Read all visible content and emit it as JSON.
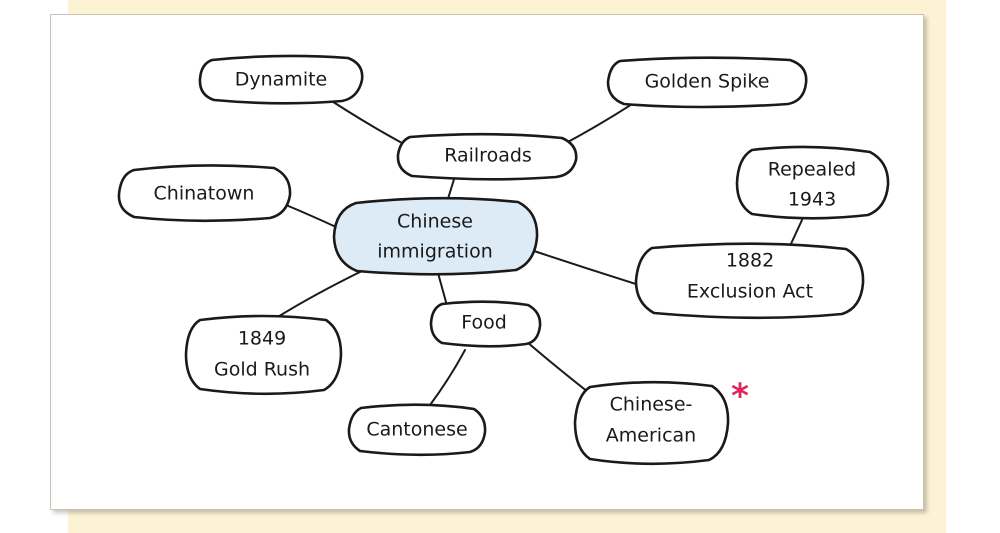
{
  "concept_map": {
    "center": {
      "line1": "Chinese",
      "line2": "immigration"
    },
    "nodes": {
      "dynamite": "Dynamite",
      "golden_spike": "Golden Spike",
      "railroads": "Railroads",
      "chinatown": "Chinatown",
      "repealed": {
        "line1": "Repealed",
        "line2": "1943"
      },
      "exclusion_act": {
        "line1": "1882",
        "line2": "Exclusion Act"
      },
      "gold_rush": {
        "line1": "1849",
        "line2": "Gold Rush"
      },
      "food": "Food",
      "cantonese": "Cantonese",
      "chinese_american": {
        "line1": "Chinese-",
        "line2": "American"
      }
    },
    "marker": "*",
    "colors": {
      "center_fill": "#dcebf6",
      "node_fill": "#ffffff",
      "outline": "#1a1a1a",
      "asterisk": "#e0245e",
      "backdrop": "#fdf3d4"
    }
  }
}
